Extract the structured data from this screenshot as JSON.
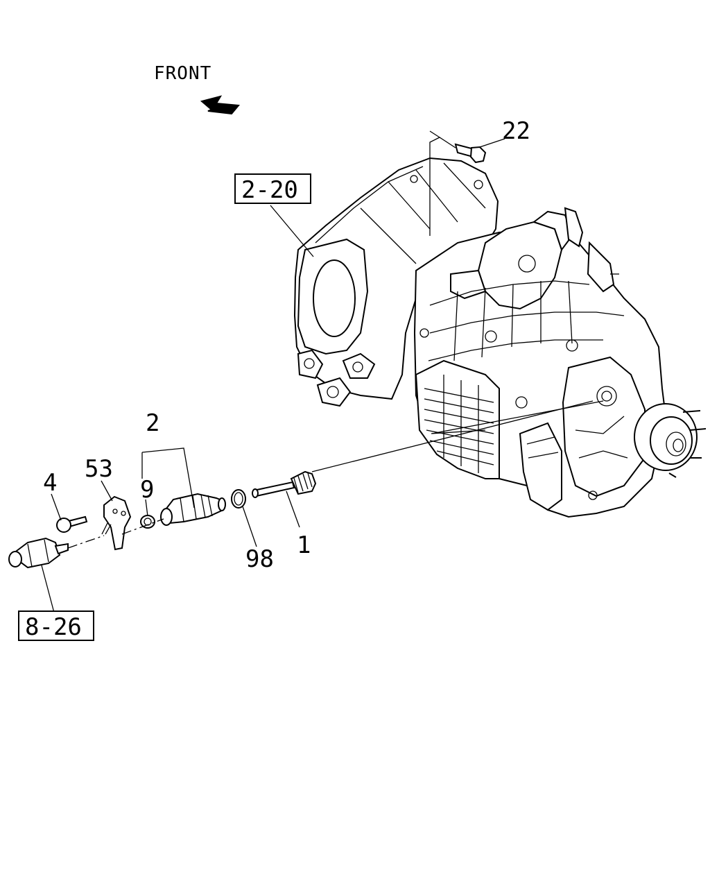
{
  "diagram": {
    "orientation_label": "FRONT",
    "reference_boxes": {
      "housing": "2-20",
      "sensor": "8-26"
    },
    "callouts": {
      "speedometer_gear": "1",
      "driven_gear_assembly": "2",
      "bolt_4": "4",
      "bushing": "9",
      "bolt_22": "22",
      "retainer_plate": "53",
      "o_ring": "98"
    }
  }
}
